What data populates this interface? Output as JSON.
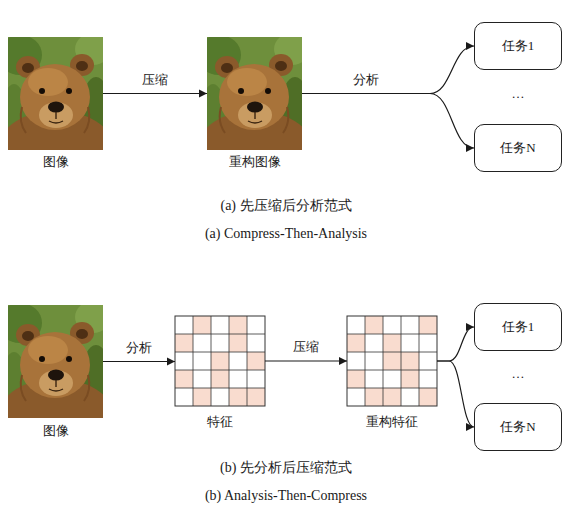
{
  "diagram": {
    "nodes": [
      {
        "text": [
          "图像"
        ]
      },
      {
        "text": [
          "重构图像"
        ]
      },
      {
        "text": [
          "任务1"
        ]
      },
      {
        "text": [
          "任务N"
        ]
      },
      {
        "text": [
          "图像"
        ]
      },
      {
        "text": [
          "特征"
        ]
      },
      {
        "text": [
          "重构特征"
        ]
      },
      {
        "text": [
          "任务1"
        ]
      },
      {
        "text": [
          "任务N"
        ]
      }
    ],
    "edges": [
      {
        "from": 0,
        "to": 1,
        "label": "压缩",
        "arrow": "to"
      },
      {
        "from": 1,
        "to": 2,
        "label": "分析",
        "arrow": "to"
      },
      {
        "from": 1,
        "to": 3,
        "arrow": "to"
      },
      {
        "from": 4,
        "to": 5,
        "label": "分析",
        "arrow": "to"
      },
      {
        "from": 5,
        "to": 6,
        "label": "压缩",
        "arrow": "to"
      },
      {
        "from": 6,
        "to": 7,
        "arrow": "to"
      },
      {
        "from": 6,
        "to": 8,
        "arrow": "to"
      }
    ],
    "labels": [
      "…",
      "(a) 先压缩后分析范式",
      "(a) Compress-Then-Analysis",
      "…",
      "(b) 先分析后压缩范式",
      "(b) Analysis-Then-Compress"
    ]
  }
}
